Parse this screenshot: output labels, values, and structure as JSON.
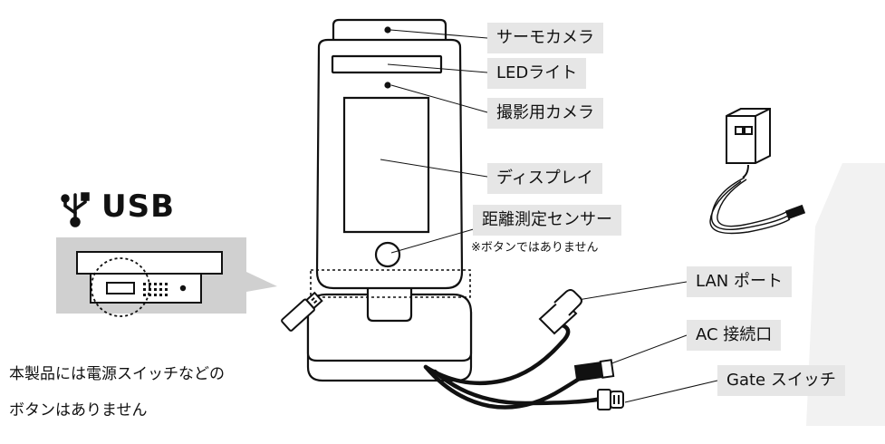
{
  "labels": {
    "thermo_camera": "サーモカメラ",
    "led_light": "LEDライト",
    "capture_camera": "撮影用カメラ",
    "display": "ディスプレイ",
    "distance_sensor": "距離測定センサー",
    "sensor_note": "※ボタンではありません",
    "lan_port": "LAN ポート",
    "ac_port": "AC 接続口",
    "gate_switch": "Gate スイッチ"
  },
  "usb": {
    "title": "USB"
  },
  "notice": {
    "line1": "本製品には電源スイッチなどの",
    "line2": "ボタンはありません"
  },
  "colors": {
    "label_bg": "#e6e6e6",
    "line": "#111111",
    "callout_bg": "#d0d0d0",
    "watermark": "#f2f2f2"
  }
}
